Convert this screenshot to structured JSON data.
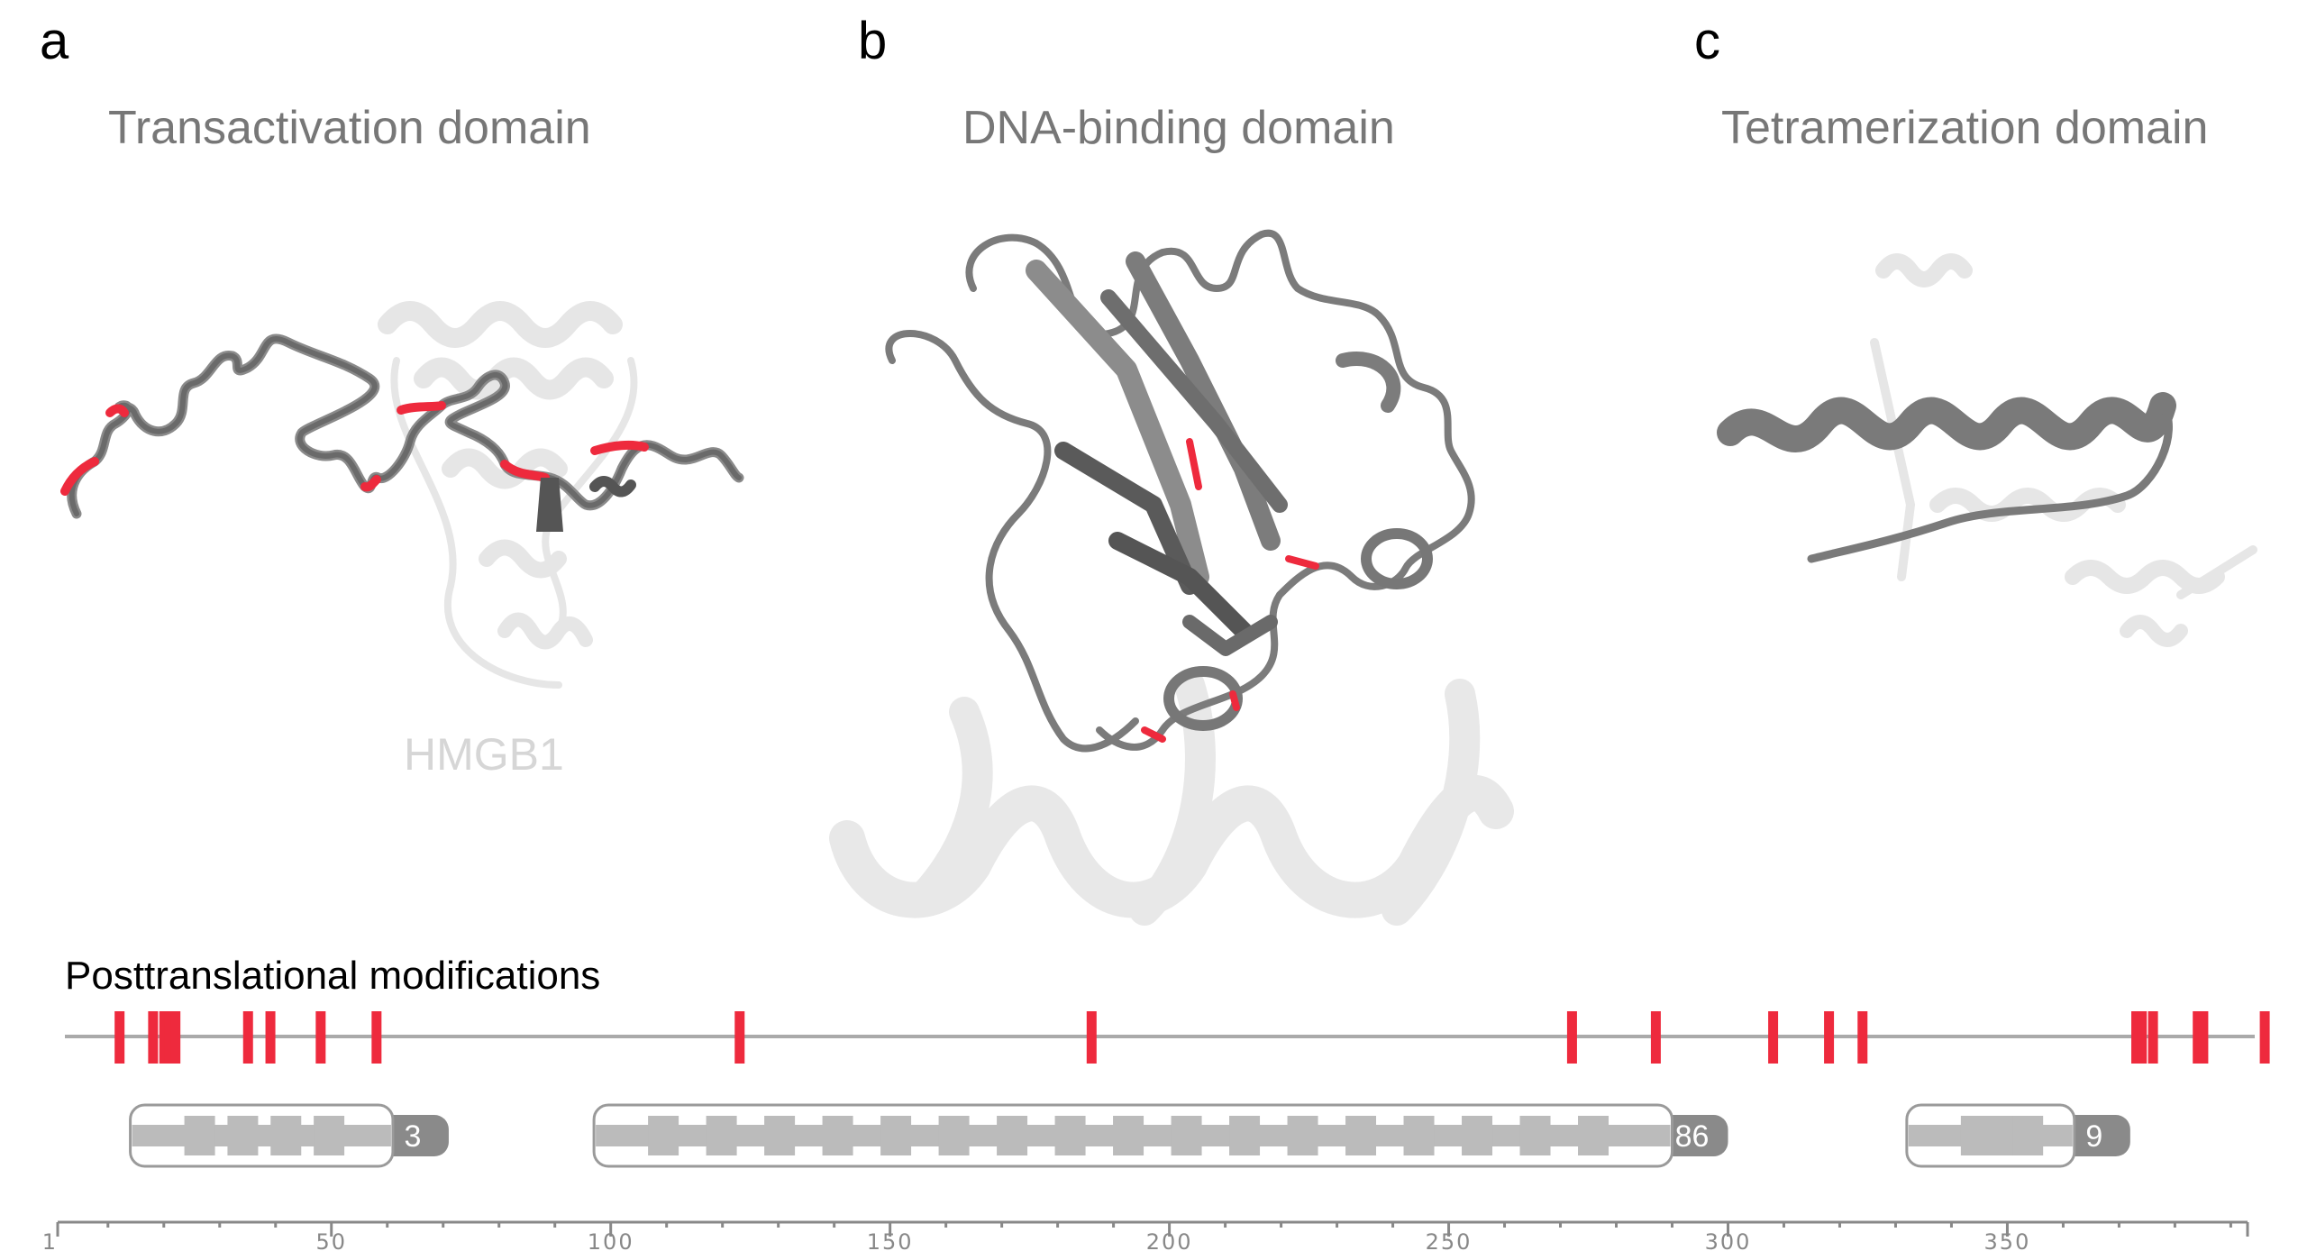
{
  "panels": [
    {
      "letter": "a",
      "title": "Transactivation domain"
    },
    {
      "letter": "b",
      "title": "DNA-binding domain"
    },
    {
      "letter": "c",
      "title": "Tetramerization domain"
    }
  ],
  "ghost_label": "HMGB1",
  "ptm_title": "Posttranslational modifications",
  "colors": {
    "ptm": "#ee2a3d",
    "backbone": "#6e6e6e",
    "ghost": "#e4e4e4",
    "structure_fill": "#bbbbbb",
    "badge": "#8a8a8a"
  },
  "ptm_sites": [
    12,
    18,
    20,
    21,
    22,
    35,
    39,
    48,
    58,
    123,
    186,
    272,
    287,
    308,
    318,
    324,
    373,
    374,
    376,
    384,
    385,
    396
  ],
  "structure_blocks": [
    {
      "start": 14,
      "end": 61,
      "count": "3"
    },
    {
      "start": 97,
      "end": 290,
      "count": "86"
    },
    {
      "start": 332,
      "end": 362,
      "count": "9"
    }
  ],
  "axis": {
    "min": 1,
    "max": 393,
    "tick_labels": [
      "1",
      "50",
      "100",
      "150",
      "200",
      "250",
      "300",
      "350"
    ]
  }
}
